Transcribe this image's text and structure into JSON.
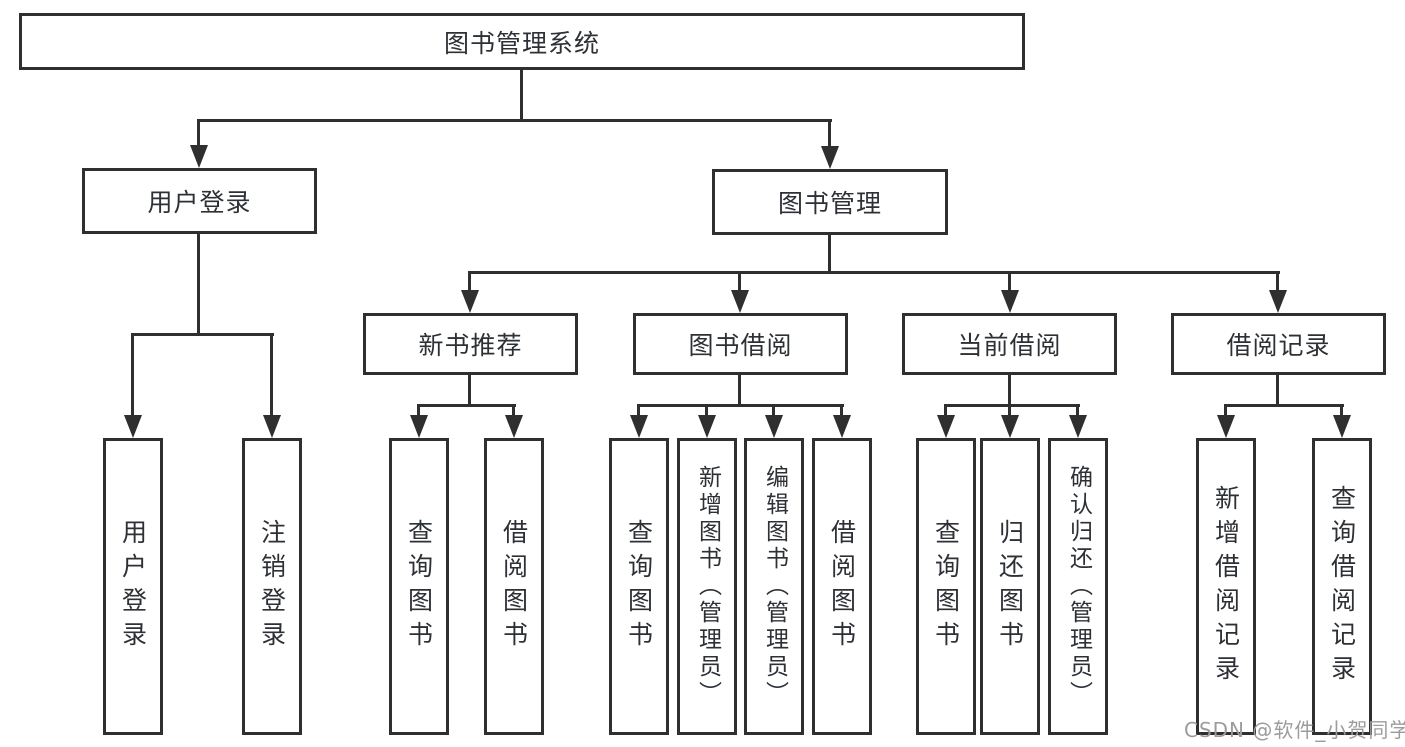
{
  "tree": {
    "root": "图书管理系统",
    "branches": [
      {
        "label": "用户登录",
        "children": [
          "用户登录",
          "注销登录"
        ]
      },
      {
        "label": "图书管理",
        "sub_branches": [
          {
            "label": "新书推荐",
            "children": [
              "查询图书",
              "借阅图书"
            ]
          },
          {
            "label": "图书借阅",
            "children": [
              "查询图书",
              "新增图书（管理员）",
              "编辑图书（管理员）",
              "借阅图书"
            ]
          },
          {
            "label": "当前借阅",
            "children": [
              "查询图书",
              "归还图书",
              "确认归还（管理员）"
            ]
          },
          {
            "label": "借阅记录",
            "children": [
              "新增借阅记录",
              "查询借阅记录"
            ]
          }
        ]
      }
    ]
  },
  "watermark": "CSDN @软件_小贺同学",
  "colors": {
    "line": "#2f2f2f",
    "text": "#2d3136",
    "watermark": "#9c9c9c",
    "background": "#ffffff"
  }
}
